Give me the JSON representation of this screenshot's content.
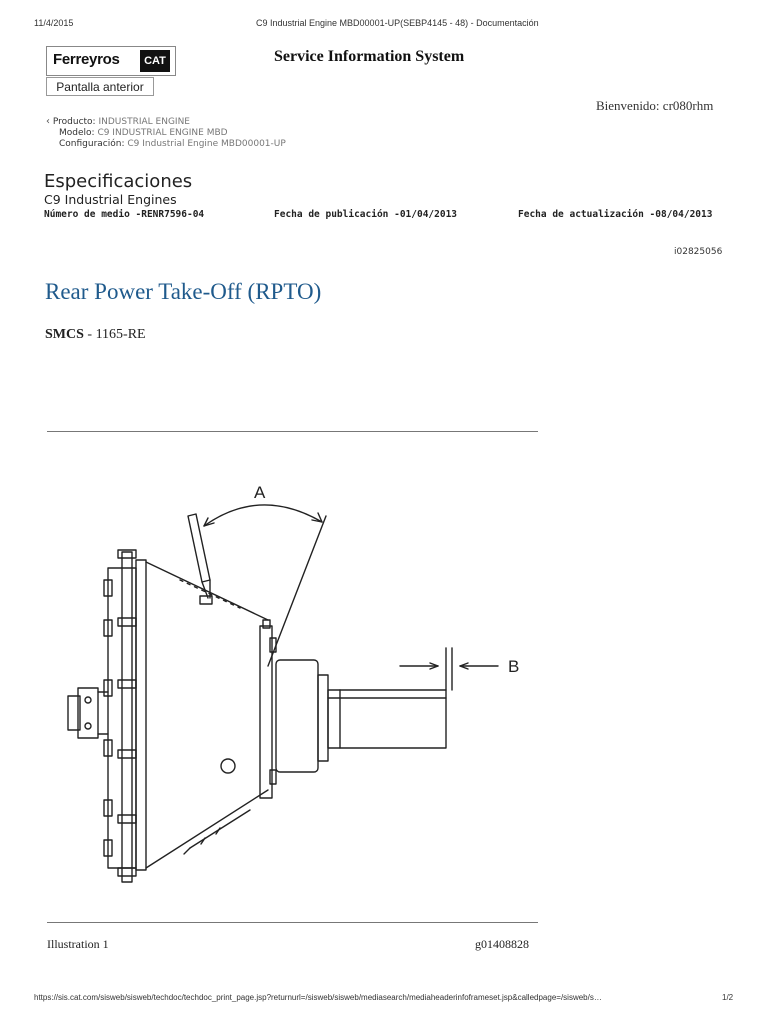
{
  "print_header": {
    "date": "11/4/2015",
    "doc_title": "C9 Industrial Engine MBD00001-UP(SEBP4145 - 48) - Documentación"
  },
  "logo": {
    "brand": "Ferreyros",
    "cat": "CAT"
  },
  "toolbar": {
    "back_label": "Pantalla anterior"
  },
  "header": {
    "title": "Service Information System",
    "welcome": "Bienvenido: cr080rhm"
  },
  "breadcrumb": {
    "product_label": "Producto:",
    "product_value": "INDUSTRIAL ENGINE",
    "model_label": "Modelo:",
    "model_value": "C9 INDUSTRIAL ENGINE MBD",
    "config_label": "Configuración:",
    "config_value": "C9 Industrial Engine MBD00001-UP"
  },
  "specs": {
    "title": "Especificaciones",
    "subtitle": "C9 Industrial Engines",
    "media_number": "Número de medio -RENR7596-04",
    "publish_date": "Fecha de publicación -01/04/2013",
    "update_date": "Fecha de actualización -08/04/2013",
    "doc_id": "i02825056"
  },
  "article": {
    "title": "Rear Power Take-Off (RPTO)",
    "smcs_label": "SMCS",
    "smcs_value": " - 1165-RE"
  },
  "figure": {
    "callout_a": "A",
    "callout_b": "B",
    "caption": "Illustration 1",
    "graphic_id": "g01408828"
  },
  "footer": {
    "url": "https://sis.cat.com/sisweb/sisweb/techdoc/techdoc_print_page.jsp?returnurl=/sisweb/sisweb/mediasearch/mediaheaderinfoframeset.jsp&calledpage=/sisweb/s…",
    "page": "1/2"
  }
}
